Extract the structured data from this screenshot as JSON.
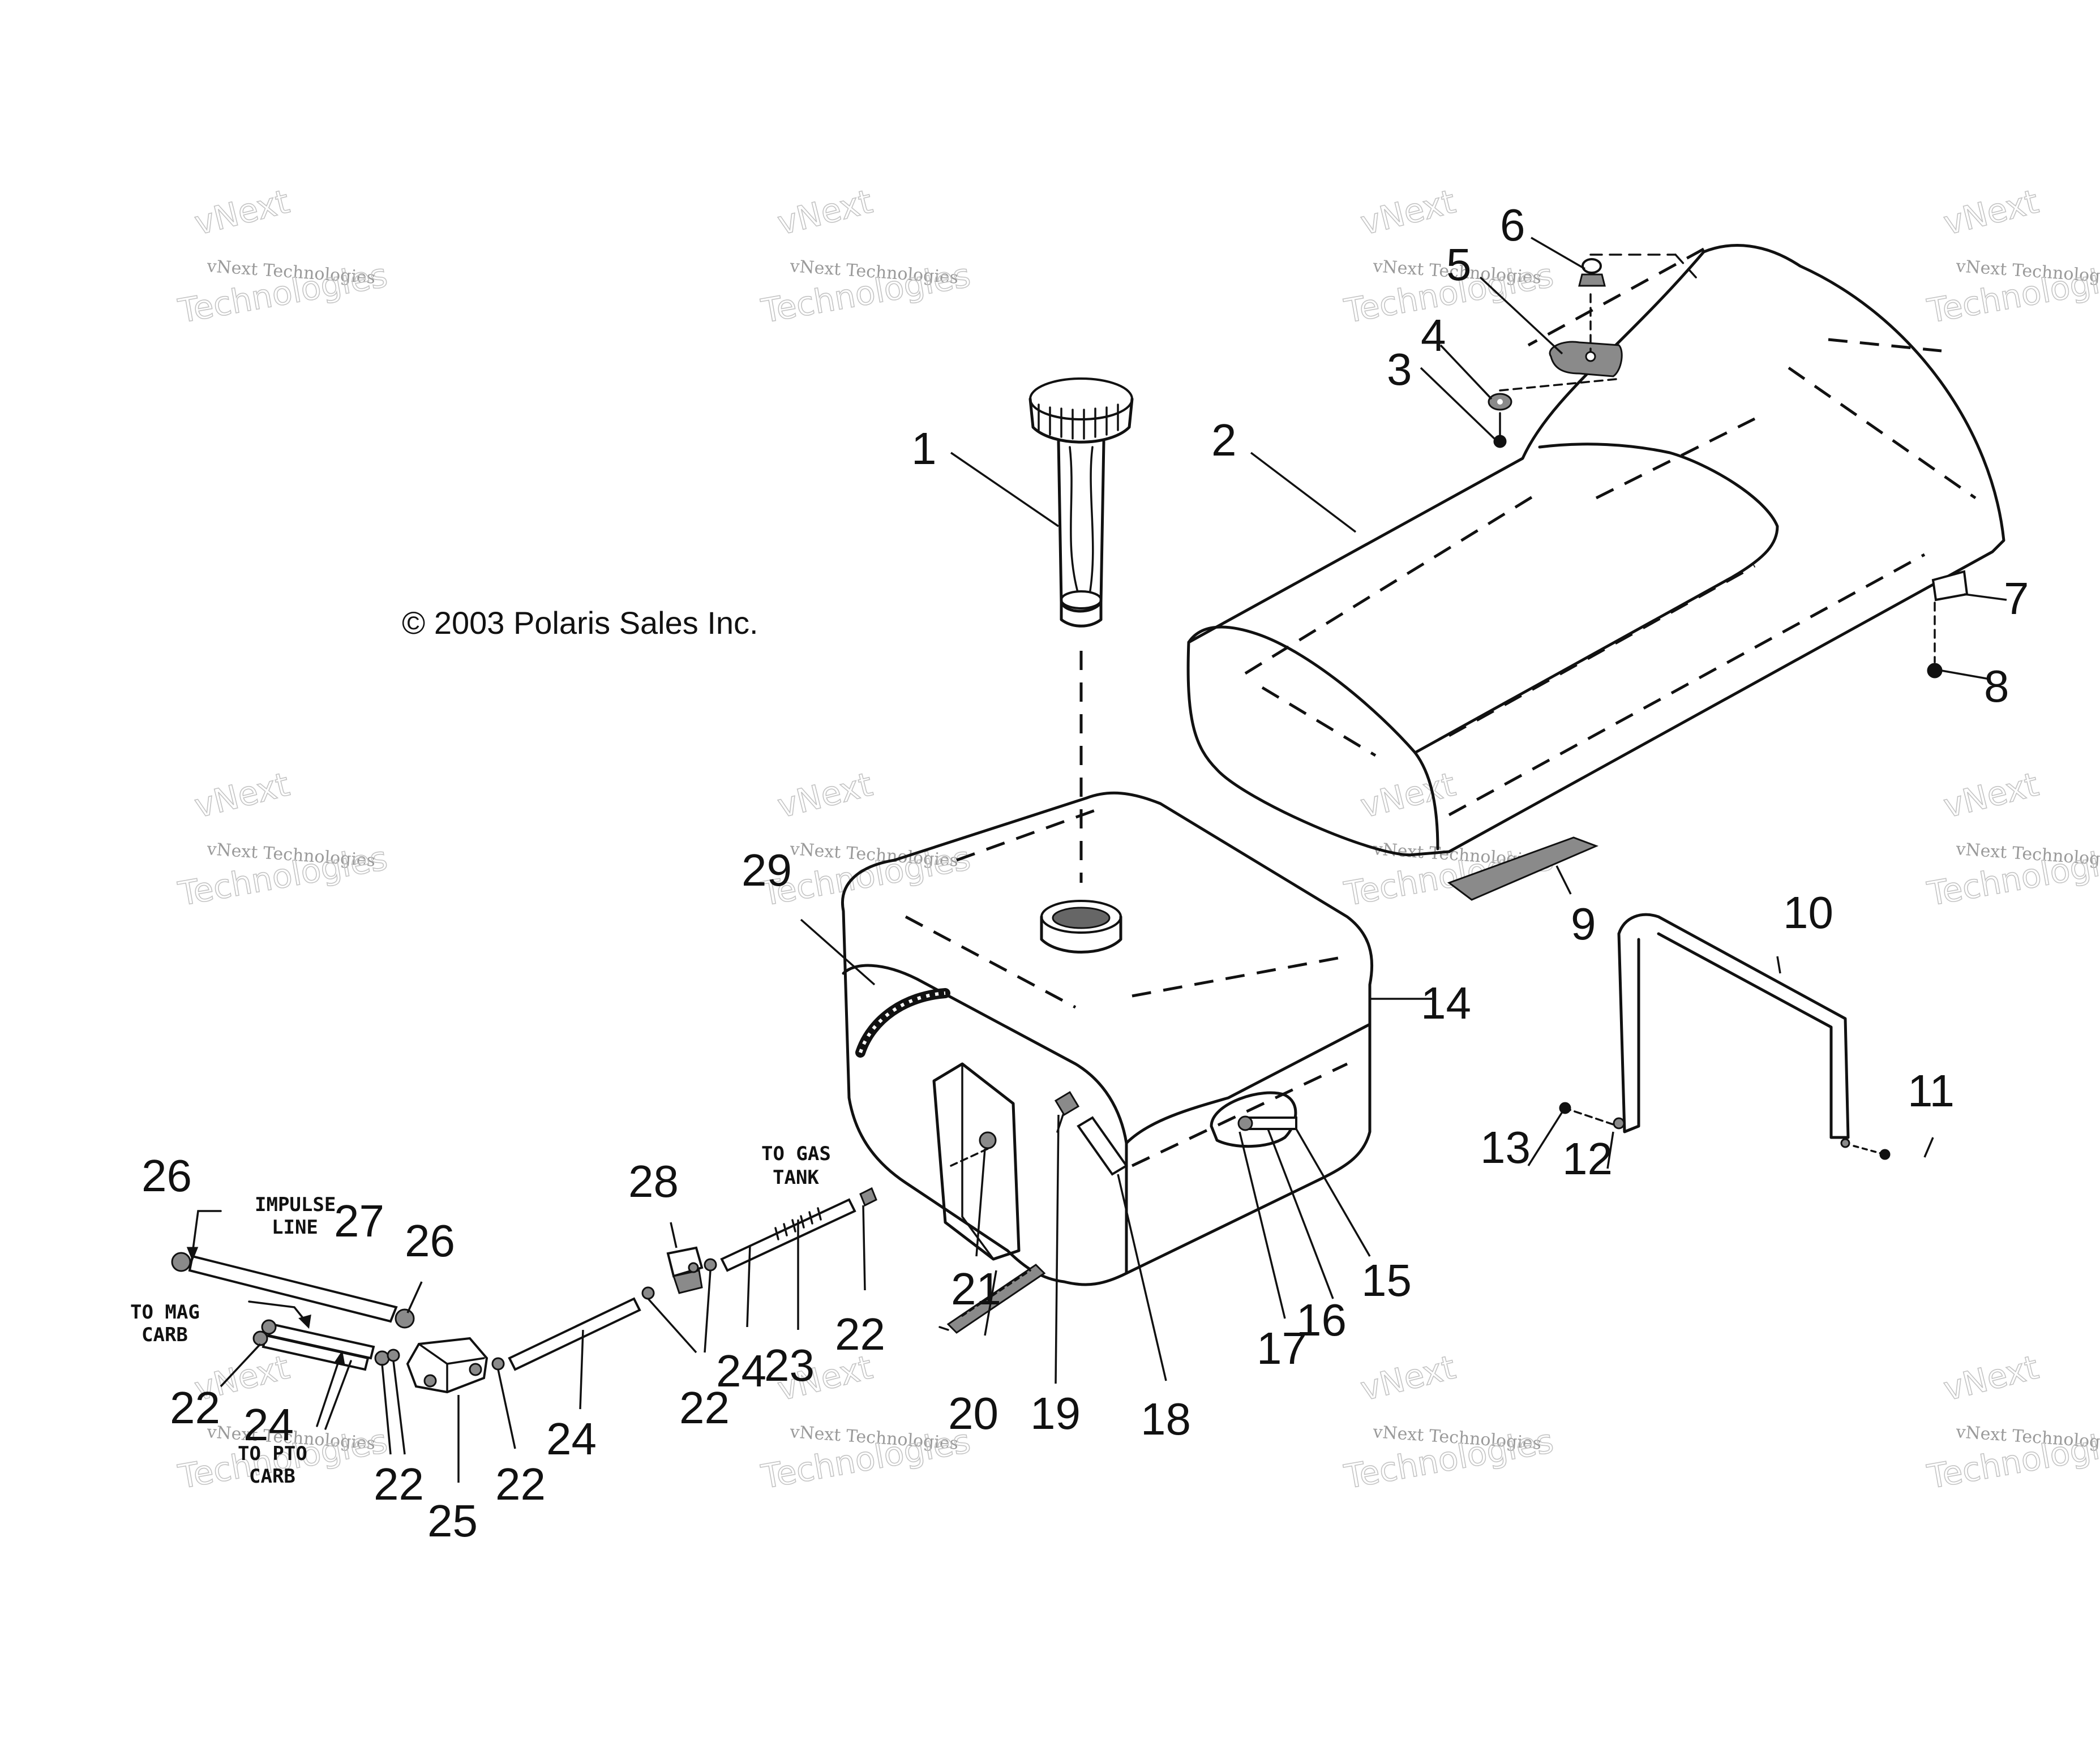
{
  "copyright": "© 2003 Polaris Sales Inc.",
  "watermark": {
    "line1": "vNext Technologies",
    "line2": "Technologies",
    "arc": "vNext"
  },
  "notes": {
    "impulse_line": [
      "IMPULSE",
      "LINE"
    ],
    "to_mag_carb": [
      "TO MAG",
      "CARB"
    ],
    "to_pto_carb": [
      "TO PTO",
      "CARB"
    ],
    "to_gas_tank": [
      "TO GAS",
      "TANK"
    ]
  },
  "callouts": {
    "c1": "1",
    "c2": "2",
    "c3": "3",
    "c4": "4",
    "c5": "5",
    "c6": "6",
    "c7": "7",
    "c8": "8",
    "c9": "9",
    "c10": "10",
    "c11": "11",
    "c12": "12",
    "c13": "13",
    "c14": "14",
    "c15": "15",
    "c16": "16",
    "c17": "17",
    "c18": "18",
    "c19": "19",
    "c20": "20",
    "c21": "21",
    "c22a": "22",
    "c22b": "22",
    "c22c": "22",
    "c22d": "22",
    "c22e": "22",
    "c23": "23",
    "c24a": "24",
    "c24b": "24",
    "c24c": "24",
    "c25": "25",
    "c26a": "26",
    "c26b": "26",
    "c27": "27",
    "c28": "28",
    "c29": "29"
  }
}
